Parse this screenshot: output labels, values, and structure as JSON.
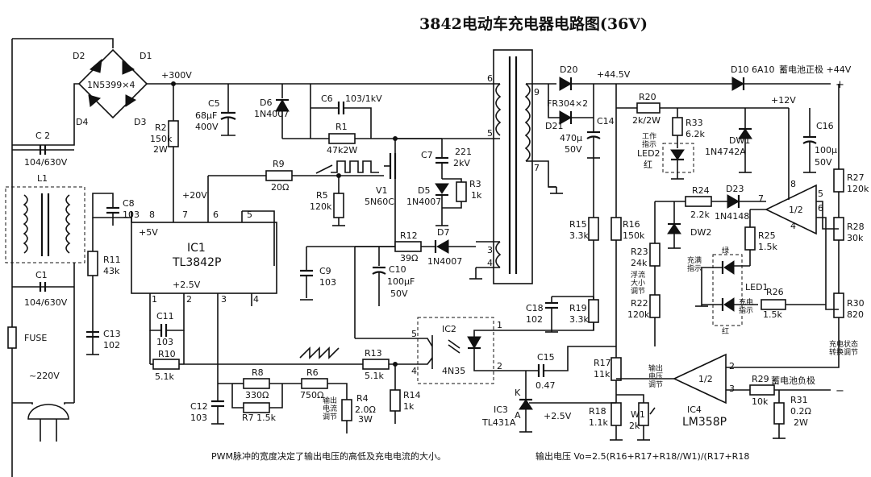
{
  "title": "3842电动车充电器电路图(36V)",
  "notes": {
    "pwm": "PWM脉冲的宽度决定了输出电压的高低及充电电流的大小。",
    "formula": "输出电压 Vo=2.5(R16+R17+R18//W1)/(R17+R18"
  },
  "rails": {
    "v300": "+300V",
    "v445": "+44.5V",
    "v20": "+20V",
    "v5": "+5V",
    "v25": "+2.5V",
    "v12": "+12V",
    "v25b": "+2.5V",
    "ac": "~220V"
  },
  "battery": {
    "pos": "蓄电池正极 +44V",
    "plus": "+",
    "neg": "蓄电池负极",
    "minus": "−"
  },
  "components": {
    "D1": "D1",
    "D2": "D2",
    "D3": "D3",
    "D4": "D4",
    "bridge": "1N5399×4",
    "C2": "C 2",
    "C2v": "104/630V",
    "L1": "L1",
    "C1": "C1",
    "C1v": "104/630V",
    "FUSE": "FUSE",
    "R2": "R2",
    "R2v": "150k",
    "R2p": "2W",
    "C5": "C5",
    "C5v": "68μF",
    "C5u": "400V",
    "D6": "D6",
    "D6v": "1N4007",
    "C6": "C6",
    "C6v": "103/1kV",
    "R1": "R1",
    "R1v": "47k2W",
    "R9": "R9",
    "R9v": "20Ω",
    "R5": "R5",
    "R5v": "120k",
    "V1": "V1",
    "V1v": "5N60C",
    "C7": "C7",
    "C7v": "221",
    "C7u": "2kV",
    "D5": "D5",
    "D5v": "1N4007",
    "R3": "R3",
    "R3v": "1k",
    "C8": "C8",
    "C8v": "103",
    "R11": "R11",
    "R11v": "43k",
    "IC1": "IC1",
    "IC1v": "TL3842P",
    "C9": "C9",
    "C9v": "103",
    "R12": "R12",
    "R12v": "39Ω",
    "D7": "D7",
    "D7v": "1N4007",
    "C10": "C10",
    "C10v": "100μF",
    "C10u": "50V",
    "C11": "C11",
    "C11v": "103",
    "C13": "C13",
    "C13v": "102",
    "R10": "R10",
    "R10v": "5.1k",
    "R13": "R13",
    "R13v": "5.1k",
    "R14": "R14",
    "R14v": "1k",
    "R8": "R8",
    "R8v": "330Ω",
    "R7": "R7 1.5k",
    "R6": "R6",
    "R6v": "750Ω",
    "R4": "R4",
    "R4v": "2.0Ω",
    "R4p": "3W",
    "C12": "C12",
    "C12v": "103",
    "D20": "D20",
    "D21": "D21",
    "D2x": "FR304×2",
    "C14": "C14",
    "C14v": "470μ",
    "C14u": "50V",
    "R20": "R20",
    "R20v": "2k/2W",
    "R33": "R33",
    "R33v": "6.2k",
    "LED2": "LED2",
    "LED2c": "红",
    "DW1": "DW1",
    "DW1v": "1N4742A",
    "D10": "D10",
    "D10v": "6A10",
    "C16": "C16",
    "C16v": "100μ",
    "C16u": "50V",
    "R27": "R27",
    "R27v": "120k",
    "R28": "R28",
    "R28v": "30k",
    "R30": "R30",
    "R30v": "820",
    "R24": "R24",
    "R24v": "2.2k",
    "D23": "D23",
    "D23v": "1N4148",
    "DW2": "DW2",
    "R25": "R25",
    "R25v": "1.5k",
    "R26": "R26",
    "R26v": "1.5k",
    "R23": "R23",
    "R23v": "24k",
    "R22": "R22",
    "R22v": "120k",
    "LED1": "LED1",
    "R15": "R15",
    "R15v": "3.3k",
    "R16": "R16",
    "R16v": "150k",
    "R19": "R19",
    "R19v": "3.3k",
    "C18": "C18",
    "C18v": "102",
    "IC2": "IC2",
    "IC2v": "4N35",
    "C15": "C15",
    "C15v": "0.47",
    "R17": "R17",
    "R17v": "11k",
    "R18": "R18",
    "R18v": "1.1k",
    "W1": "W1",
    "W1v": "2k",
    "IC3": "IC3",
    "IC3v": "TL431A",
    "IC4": "IC4",
    "IC4v": "LM358P",
    "R29": "R29",
    "R29v": "10k",
    "R31": "R31",
    "R31v": "0.2Ω",
    "R31p": "2W",
    "opamp": "1/2"
  },
  "pins": {
    "ic1": [
      "8",
      "7",
      "6",
      "5",
      "1",
      "2",
      "3",
      "4"
    ],
    "tr": [
      "6",
      "5",
      "9",
      "7",
      "3",
      "4"
    ],
    "ic2": [
      "5",
      "4",
      "1",
      "2"
    ],
    "op1": [
      "8",
      "7",
      "5",
      "6",
      "4"
    ],
    "op2": [
      "2",
      "3"
    ],
    "tl431": [
      "K",
      "A"
    ]
  },
  "annotations": {
    "led2": "工作\n指示",
    "green": "绿",
    "red": "红",
    "full": "充满\n指示",
    "charge": "充电\n指示",
    "floatadj": "浮流\n大小\n调节",
    "outcur": "输出\n电流\n调节",
    "outv": "输出\n电压\n调节",
    "state": "充电状态\n转换调节"
  }
}
